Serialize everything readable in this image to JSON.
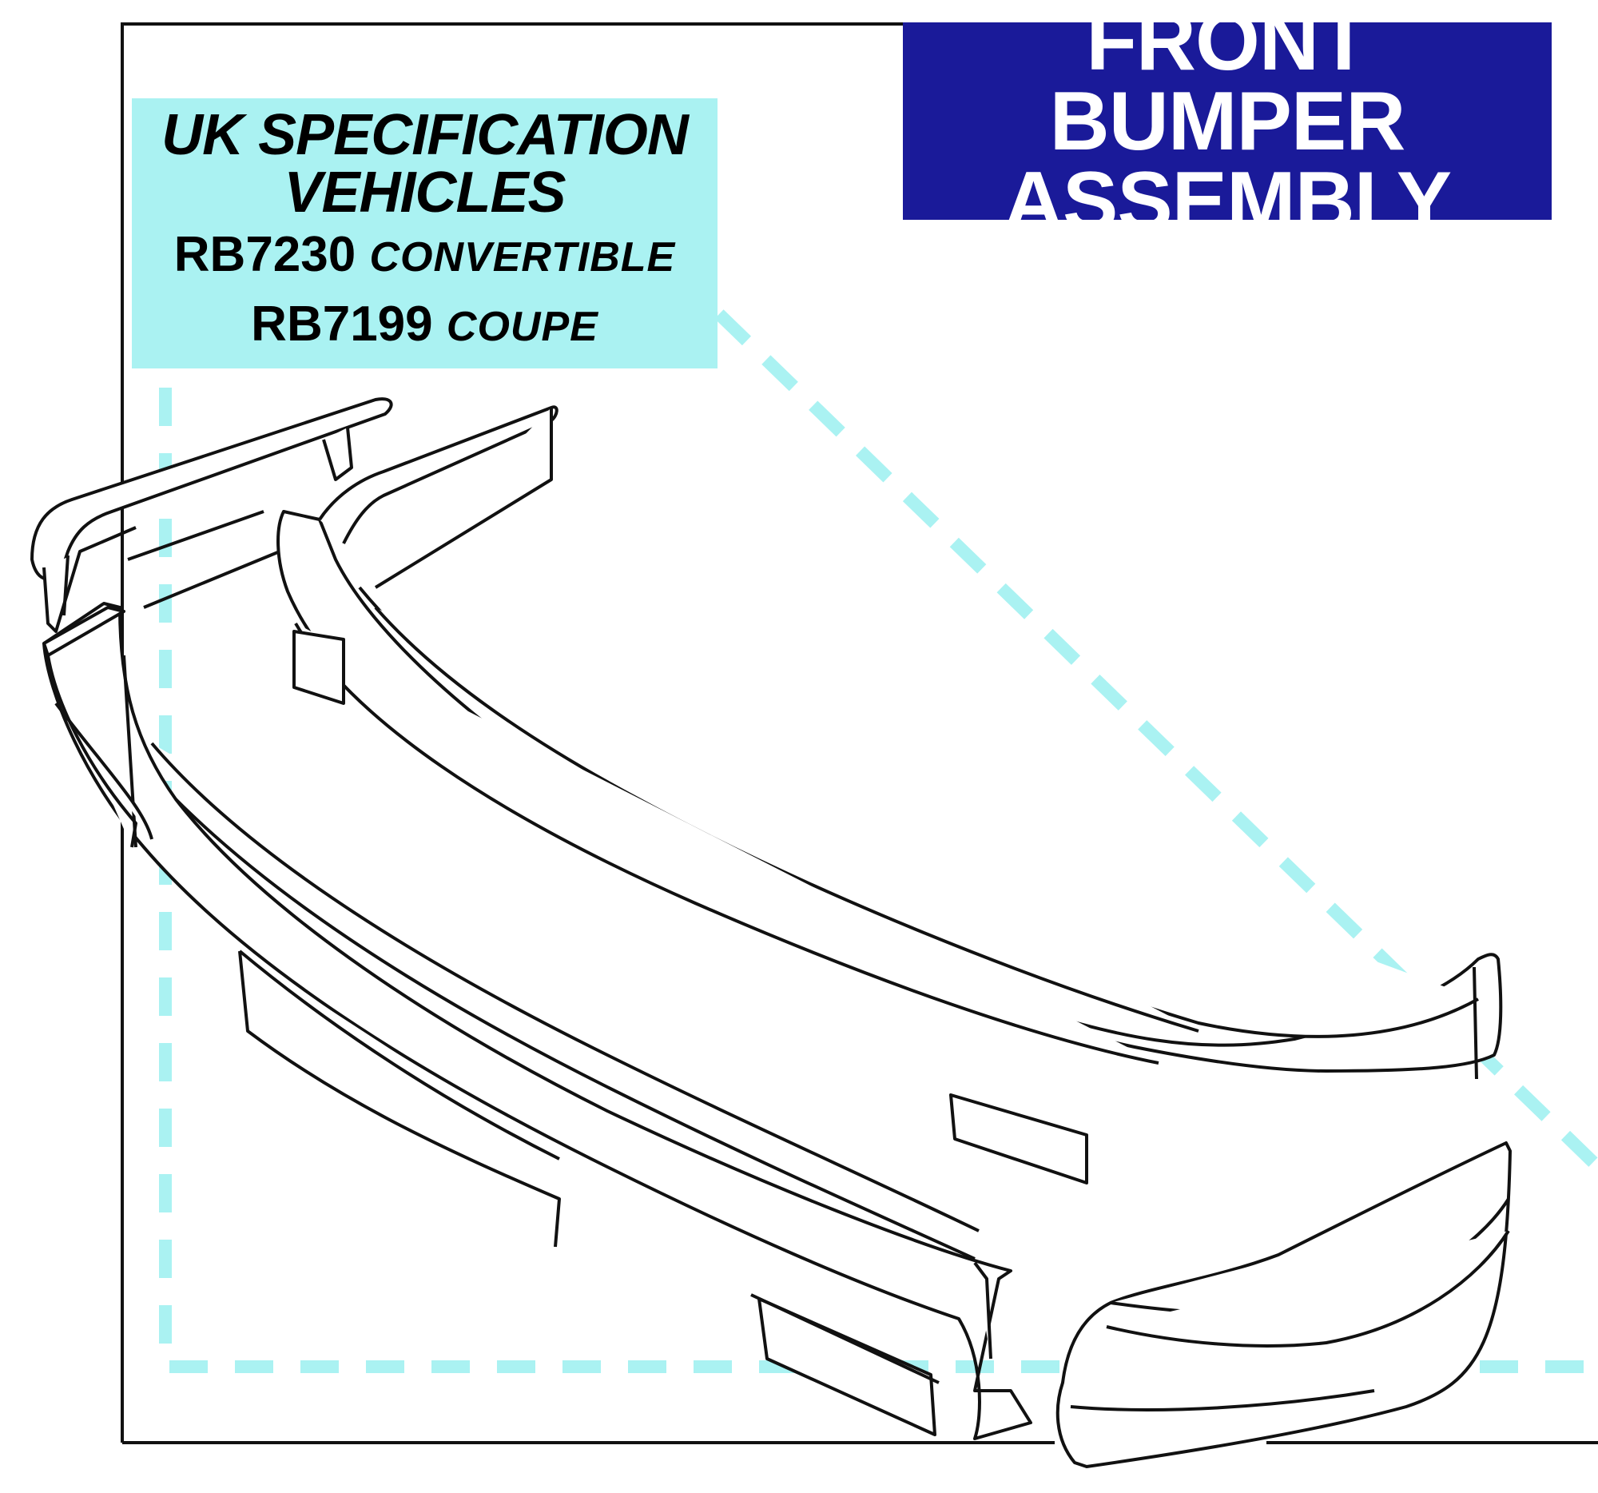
{
  "title": {
    "line1": "FRONT BUMPER",
    "line2": "ASSEMBLY"
  },
  "spec": {
    "heading_line1": "UK SPECIFICATION",
    "heading_line2": "VEHICLES",
    "parts": [
      {
        "part_number": "RB7230",
        "model": "CONVERTIBLE"
      },
      {
        "part_number": "RB7199",
        "model": "COUPE"
      }
    ]
  },
  "colors": {
    "title_background": "#1a1a99",
    "title_text": "#ffffff",
    "spec_background": "#aaf2f2",
    "dashed_leader": "#aaf2f2",
    "line_art": "#111111"
  }
}
